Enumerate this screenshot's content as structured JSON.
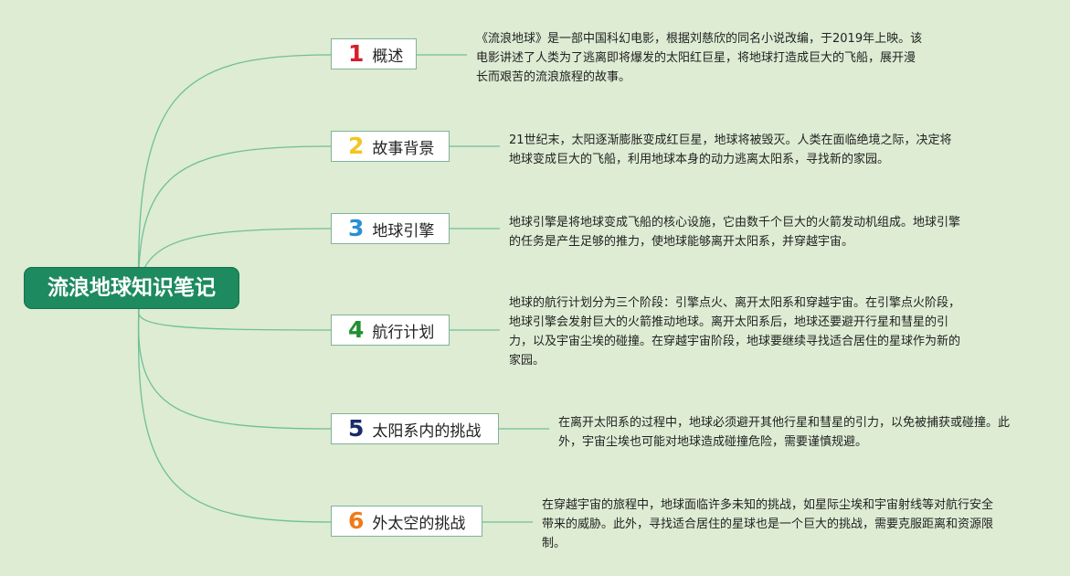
{
  "root": {
    "title": "流浪地球知识笔记"
  },
  "topics": [
    {
      "number": "1",
      "label": "概述",
      "color": "#d41f2b",
      "text": "《流浪地球》是一部中国科幻电影，根据刘慈欣的同名小说改编，于2019年上映。该电影讲述了人类为了逃离即将爆发的太阳红巨星，将地球打造成巨大的飞船，展开漫长而艰苦的流浪旅程的故事。"
    },
    {
      "number": "2",
      "label": "故事背景",
      "color": "#f2c521",
      "text": "21世纪末，太阳逐渐膨胀变成红巨星，地球将被毁灭。人类在面临绝境之际，决定将地球变成巨大的飞船，利用地球本身的动力逃离太阳系，寻找新的家园。"
    },
    {
      "number": "3",
      "label": "地球引擎",
      "color": "#2a8fd3",
      "text": "地球引擎是将地球变成飞船的核心设施，它由数千个巨大的火箭发动机组成。地球引擎的任务是产生足够的推力，使地球能够离开太阳系，并穿越宇宙。"
    },
    {
      "number": "4",
      "label": "航行计划",
      "color": "#1f8f2f",
      "text": "地球的航行计划分为三个阶段：引擎点火、离开太阳系和穿越宇宙。在引擎点火阶段，地球引擎会发射巨大的火箭推动地球。离开太阳系后，地球还要避开行星和彗星的引力，以及宇宙尘埃的碰撞。在穿越宇宙阶段，地球要继续寻找适合居住的星球作为新的家园。"
    },
    {
      "number": "5",
      "label": "太阳系内的挑战",
      "color": "#1b2a6b",
      "text": "在离开太阳系的过程中，地球必须避开其他行星和彗星的引力，以免被捕获或碰撞。此外，宇宙尘埃也可能对地球造成碰撞危险，需要谨慎规避。"
    },
    {
      "number": "6",
      "label": "外太空的挑战",
      "color": "#f07a1a",
      "text": "在穿越宇宙的旅程中，地球面临许多未知的挑战，如星际尘埃和宇宙射线等对航行安全带来的威胁。此外，寻找适合居住的星球也是一个巨大的挑战，需要克服距离和资源限制。"
    }
  ],
  "colors": {
    "background": "#ddecd3",
    "root": "#1d8a5f",
    "connector": "#6fbf98"
  }
}
